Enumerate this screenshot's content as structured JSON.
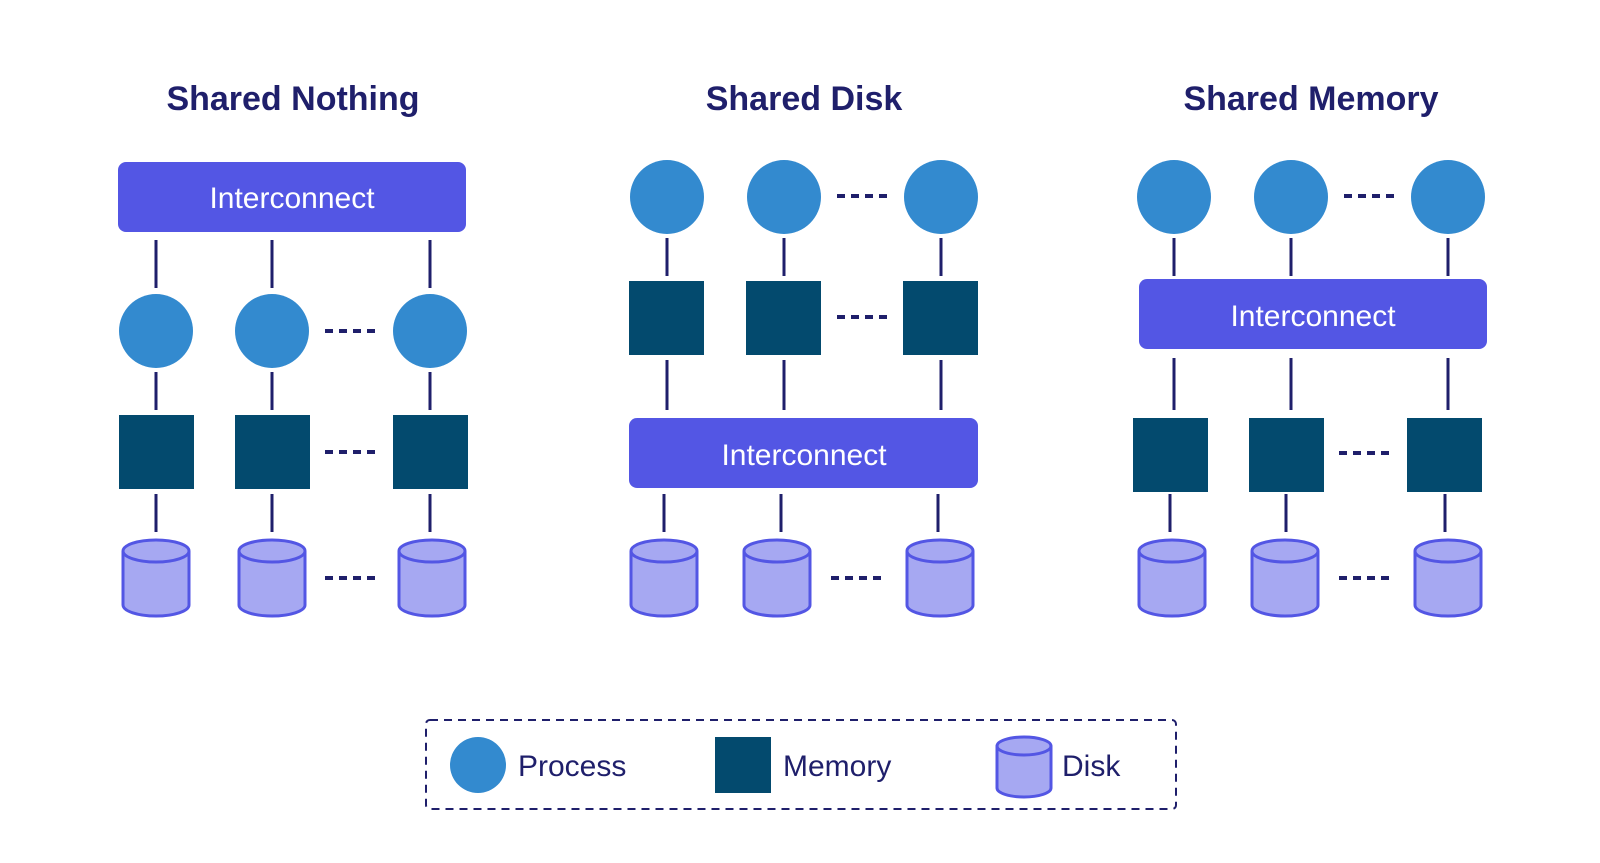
{
  "colors": {
    "text": "#1f1f6b",
    "interconnect": "#5356e4",
    "process": "#338acf",
    "memory": "#034a6e",
    "disk_fill": "#a6a8f2",
    "disk_stroke": "#5356e4",
    "line": "#1f1f6b"
  },
  "architectures": [
    {
      "title": "Shared Nothing",
      "interconnect_label": "Interconnect"
    },
    {
      "title": "Shared Disk",
      "interconnect_label": "Interconnect"
    },
    {
      "title": "Shared Memory",
      "interconnect_label": "Interconnect"
    }
  ],
  "legend": {
    "items": [
      {
        "icon": "process-circle-icon",
        "label": "Process"
      },
      {
        "icon": "memory-square-icon",
        "label": "Memory"
      },
      {
        "icon": "disk-cylinder-icon",
        "label": "Disk"
      }
    ]
  }
}
